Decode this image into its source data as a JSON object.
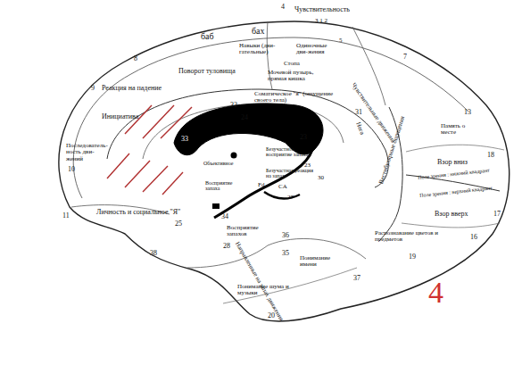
{
  "diagram": {
    "labels": [
      "баб",
      "бах",
      "4",
      "Чувствительность",
      "3 1 2",
      "5",
      "7",
      "Навыки (дви-гательные)",
      "Одиночные дви-жения",
      "Стопа",
      "Мочевой пузырь, прямая кишка",
      "Чувствительные движения",
      "Поворот туловища",
      "8",
      "9",
      "Реакция на падение",
      "Инициатива",
      "32",
      "24",
      "Соматическое \"я\" (ощущение своего тела)",
      "31",
      "Нога",
      "23",
      "13",
      "Память о месте",
      "10",
      "Последователь-ность дви-жений",
      "33",
      "Взор вниз",
      "18",
      "Вестибулярные ощущения",
      "Поле зрения : нижний квадрант",
      "Поле зрения : верхний квадрант",
      "Взор вверх",
      "17",
      "Безучастное восприятие запаха",
      "Безучастная реакция на запах",
      "Объективное",
      "Восприятие запаха",
      "Fd",
      "CA",
      "27",
      "23",
      "30",
      "Личность и социальное \"Я\"",
      "11",
      "25",
      "34",
      "Восприятие запахов",
      "28",
      "Направленные на запах движения",
      "36",
      "Распознавание цветов и предметов",
      "16",
      "19",
      "Понимание имени",
      "38",
      "35",
      "37",
      "Понимание шума и музыки",
      "20",
      "4"
    ]
  }
}
